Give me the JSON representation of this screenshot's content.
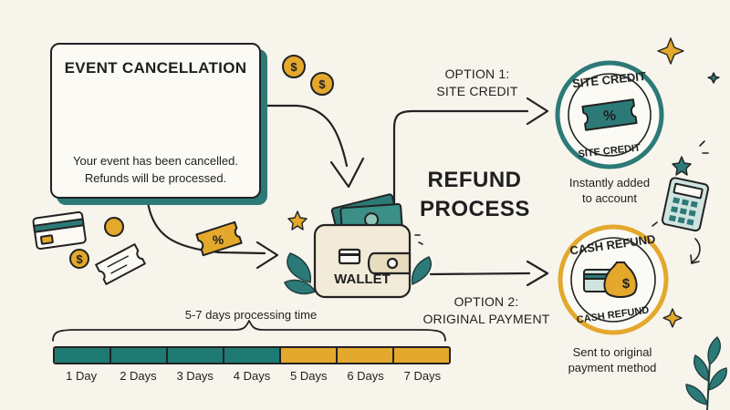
{
  "event_card": {
    "title": "EVENT CANCELLATION",
    "message_line1": "Your event has been cancelled.",
    "message_line2": "Refunds will be processed."
  },
  "wallet": {
    "label": "WALLET"
  },
  "refund": {
    "title_line1": "REFUND",
    "title_line2": "PROCESS"
  },
  "option1": {
    "line1": "OPTION 1:",
    "line2": "SITE CREDIT",
    "badge_top": "SITE CREDIT",
    "badge_bottom": "SITE CREDIT",
    "badge_symbol": "%",
    "caption_line1": "Instantly added",
    "caption_line2": "to account"
  },
  "option2": {
    "line1": "OPTION 2:",
    "line2": "ORIGINAL PAYMENT",
    "badge_top": "CASH REFUND",
    "badge_bottom": "CASH REFUND",
    "badge_symbol": "$",
    "caption_line1": "Sent to original",
    "caption_line2": "payment method"
  },
  "timeline": {
    "label": "5-7 days processing time",
    "days": [
      "1 Day",
      "2 Days",
      "3 Days",
      "4 Days",
      "5 Days",
      "6 Days",
      "7 Days"
    ],
    "colors": [
      "#1f7a74",
      "#1f7a74",
      "#1f7a74",
      "#1f7a74",
      "#e3a82c",
      "#e3a82c",
      "#e3a82c"
    ]
  },
  "colors": {
    "teal": "#2c7a78",
    "gold": "#e3a82c",
    "ink": "#222222",
    "paper": "#f7f4ec"
  },
  "icons": [
    "ticket-icon",
    "calendar-x-icon",
    "coin-icon",
    "wallet-icon",
    "credit-card-icon",
    "money-bag-icon",
    "calculator-icon",
    "sparkle-icon",
    "leaf-icon",
    "discount-ticket-icon"
  ],
  "ticket_symbol": "%",
  "coin_symbol": "$"
}
